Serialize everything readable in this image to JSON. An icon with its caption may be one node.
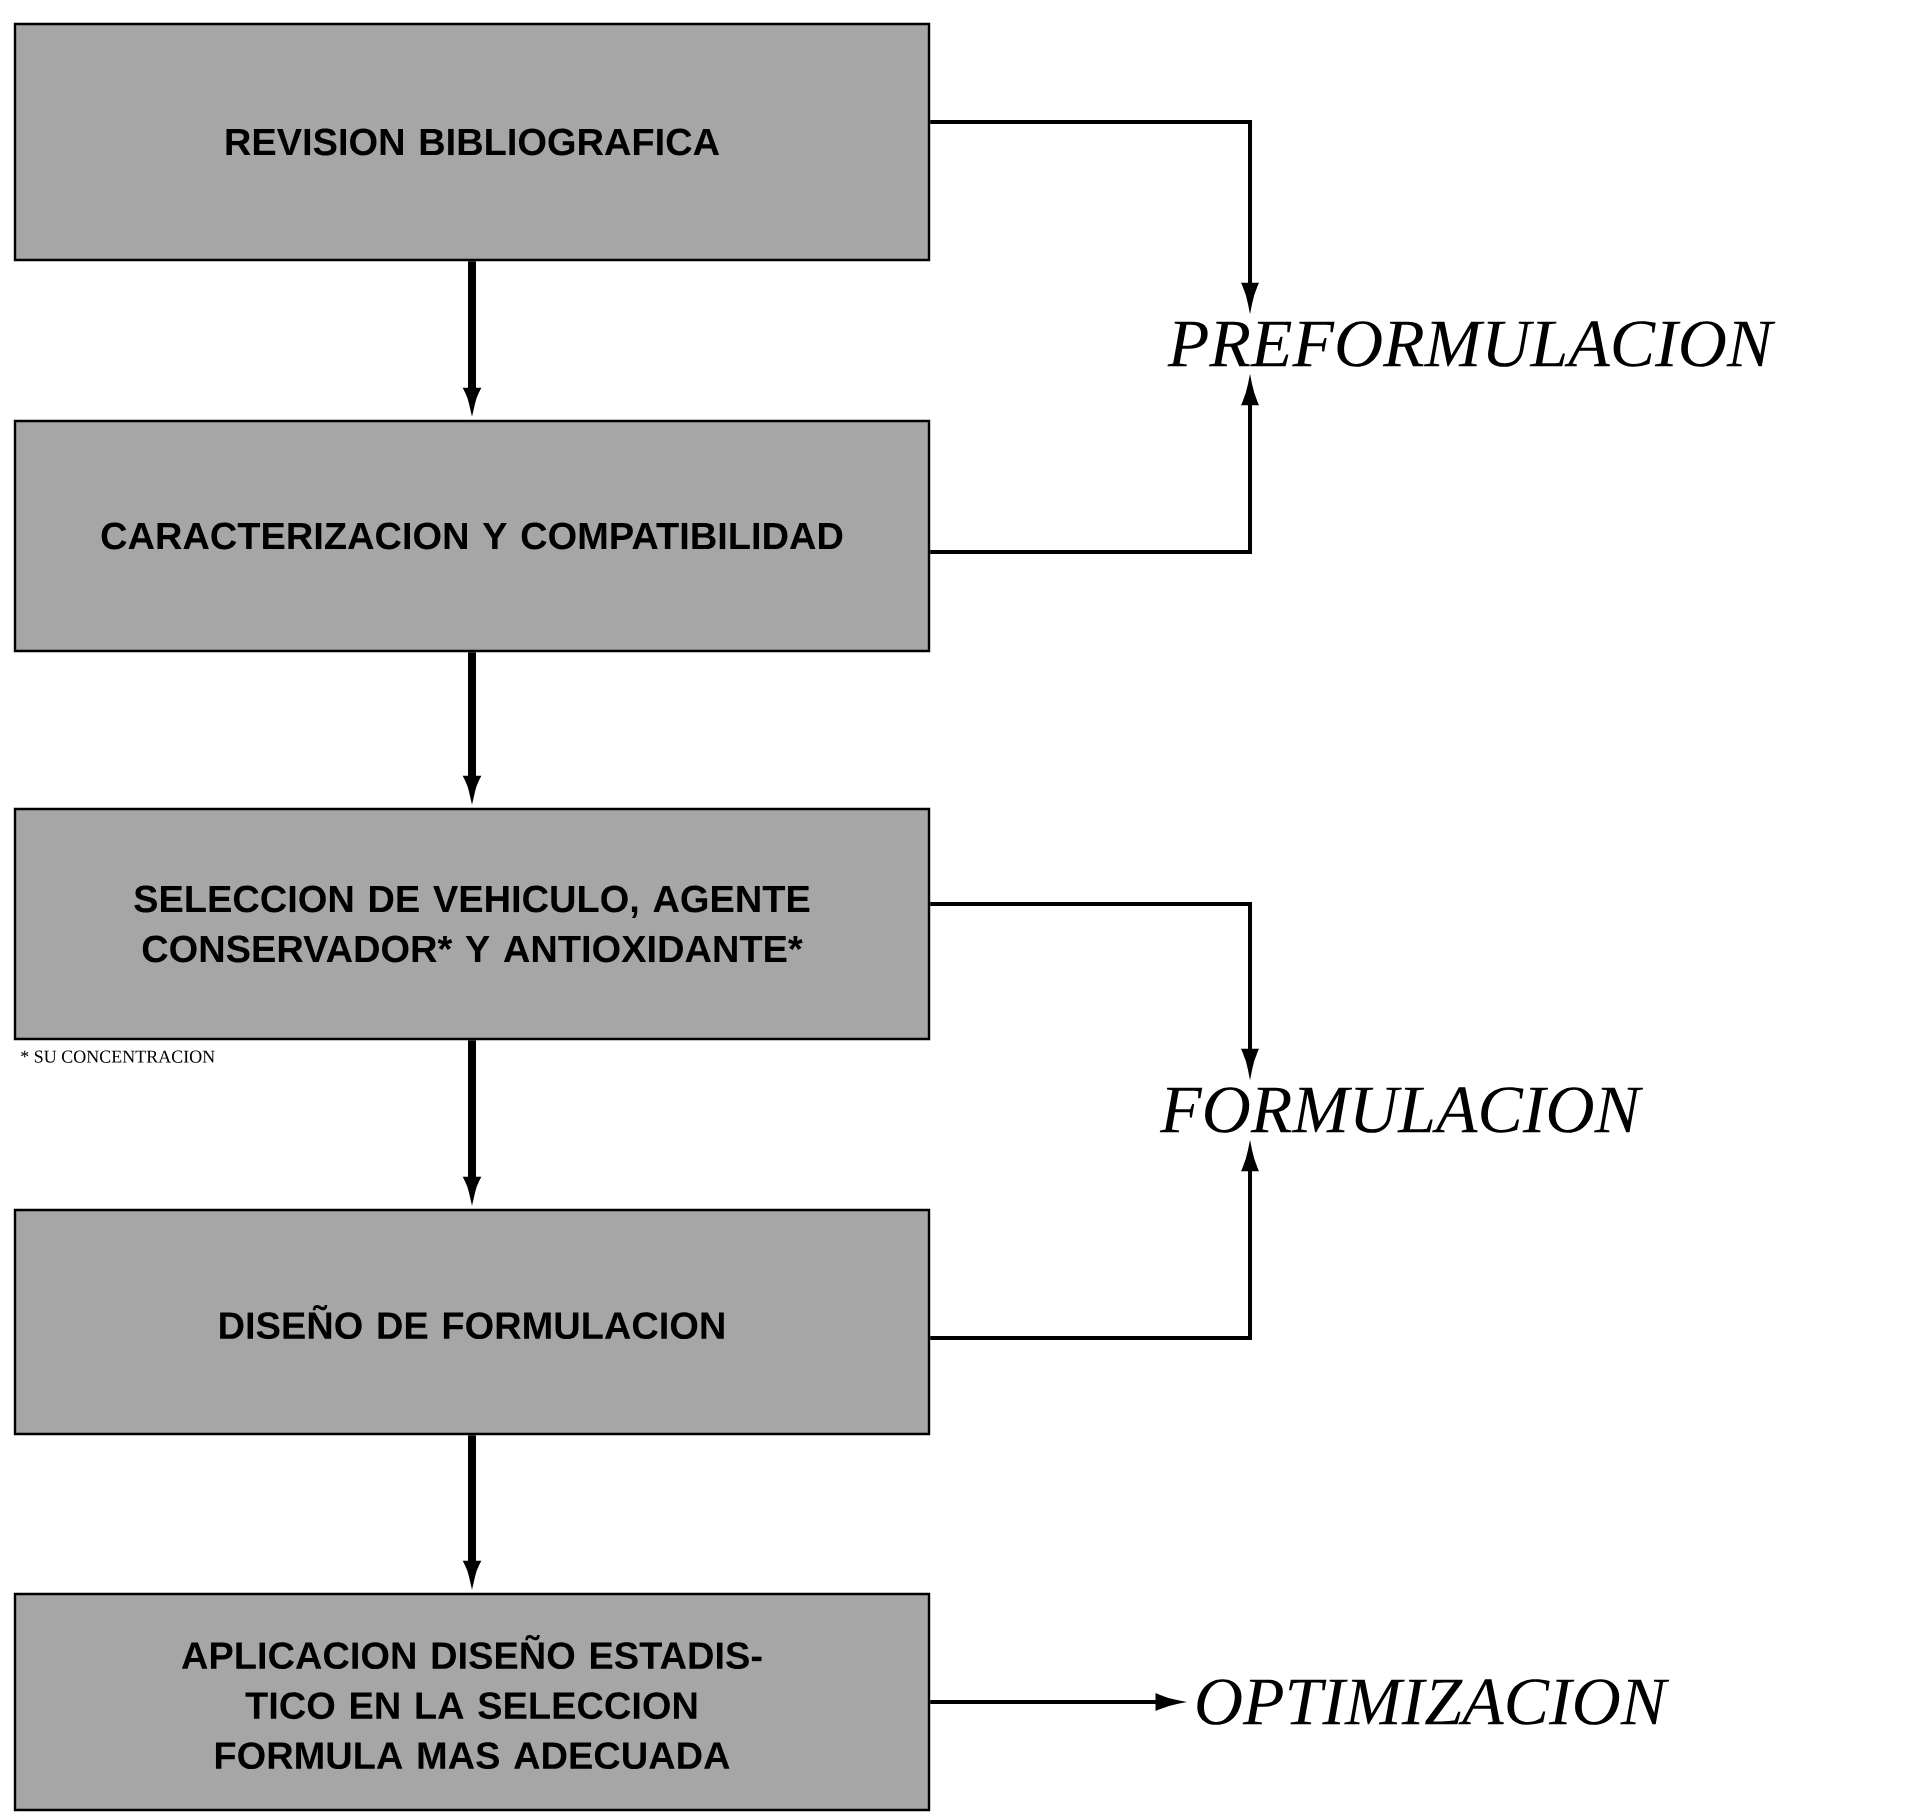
{
  "diagram": {
    "nodes": [
      {
        "text": [
          "REVISION BIBLIOGRAFICA"
        ]
      },
      {
        "text": [
          "CARACTERIZACION Y COMPATIBILIDAD"
        ]
      },
      {
        "text": [
          "SELECCION DE VEHICULO, AGENTE CONSERVADOR* Y ANTIOXIDANTE*"
        ],
        "beside": [
          "* SU CONCENTRACION"
        ]
      },
      {
        "text": [
          "DISEÑO DE FORMULACION"
        ]
      },
      {
        "text": [
          "APLICACION DISEÑO ESTADIS- TICO EN LA SELECCION FORMULA MAS ADECUADA"
        ]
      },
      {
        "text": [
          "PREFORMULACION"
        ]
      },
      {
        "text": [
          "FORMULACION"
        ]
      },
      {
        "text": [
          "OPTIMIZACION"
        ]
      }
    ],
    "edges": [
      {
        "from": 0,
        "to": 1,
        "arrow": "to",
        "style": "thick"
      },
      {
        "from": 1,
        "to": 2,
        "arrow": "to",
        "style": "thick"
      },
      {
        "from": 2,
        "to": 3,
        "arrow": "to",
        "style": "thick"
      },
      {
        "from": 3,
        "to": 4,
        "arrow": "to",
        "style": "thick"
      },
      {
        "from": 0,
        "to": 5,
        "arrow": "to"
      },
      {
        "from": 1,
        "to": 5,
        "arrow": "to"
      },
      {
        "from": 2,
        "to": 6,
        "arrow": "to"
      },
      {
        "from": 3,
        "to": 6,
        "arrow": "to"
      },
      {
        "from": 4,
        "to": 7,
        "arrow": "to"
      }
    ]
  }
}
